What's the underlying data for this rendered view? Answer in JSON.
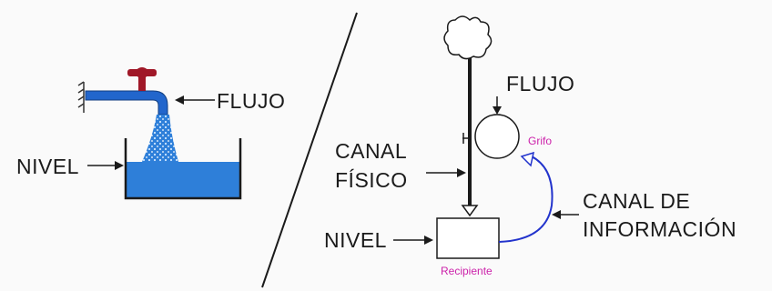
{
  "diagram": {
    "left": {
      "flow_label": "FLUJO",
      "level_label": "NIVEL"
    },
    "right": {
      "flow_label": "FLUJO",
      "valve_name": "Grifo",
      "physical_channel_line1": "CANAL",
      "physical_channel_line2": "FÍSICO",
      "info_channel_line1": "CANAL DE",
      "info_channel_line2": "INFORMACIÓN",
      "level_label": "NIVEL",
      "stock_name": "Recipiente"
    }
  },
  "colors": {
    "water": "#2e7fd9",
    "pipe": "#2266cc",
    "valve_handle": "#a01828",
    "info_link": "#2233cc",
    "magenta_text": "#cc22aa",
    "ink": "#1a1a1a"
  }
}
